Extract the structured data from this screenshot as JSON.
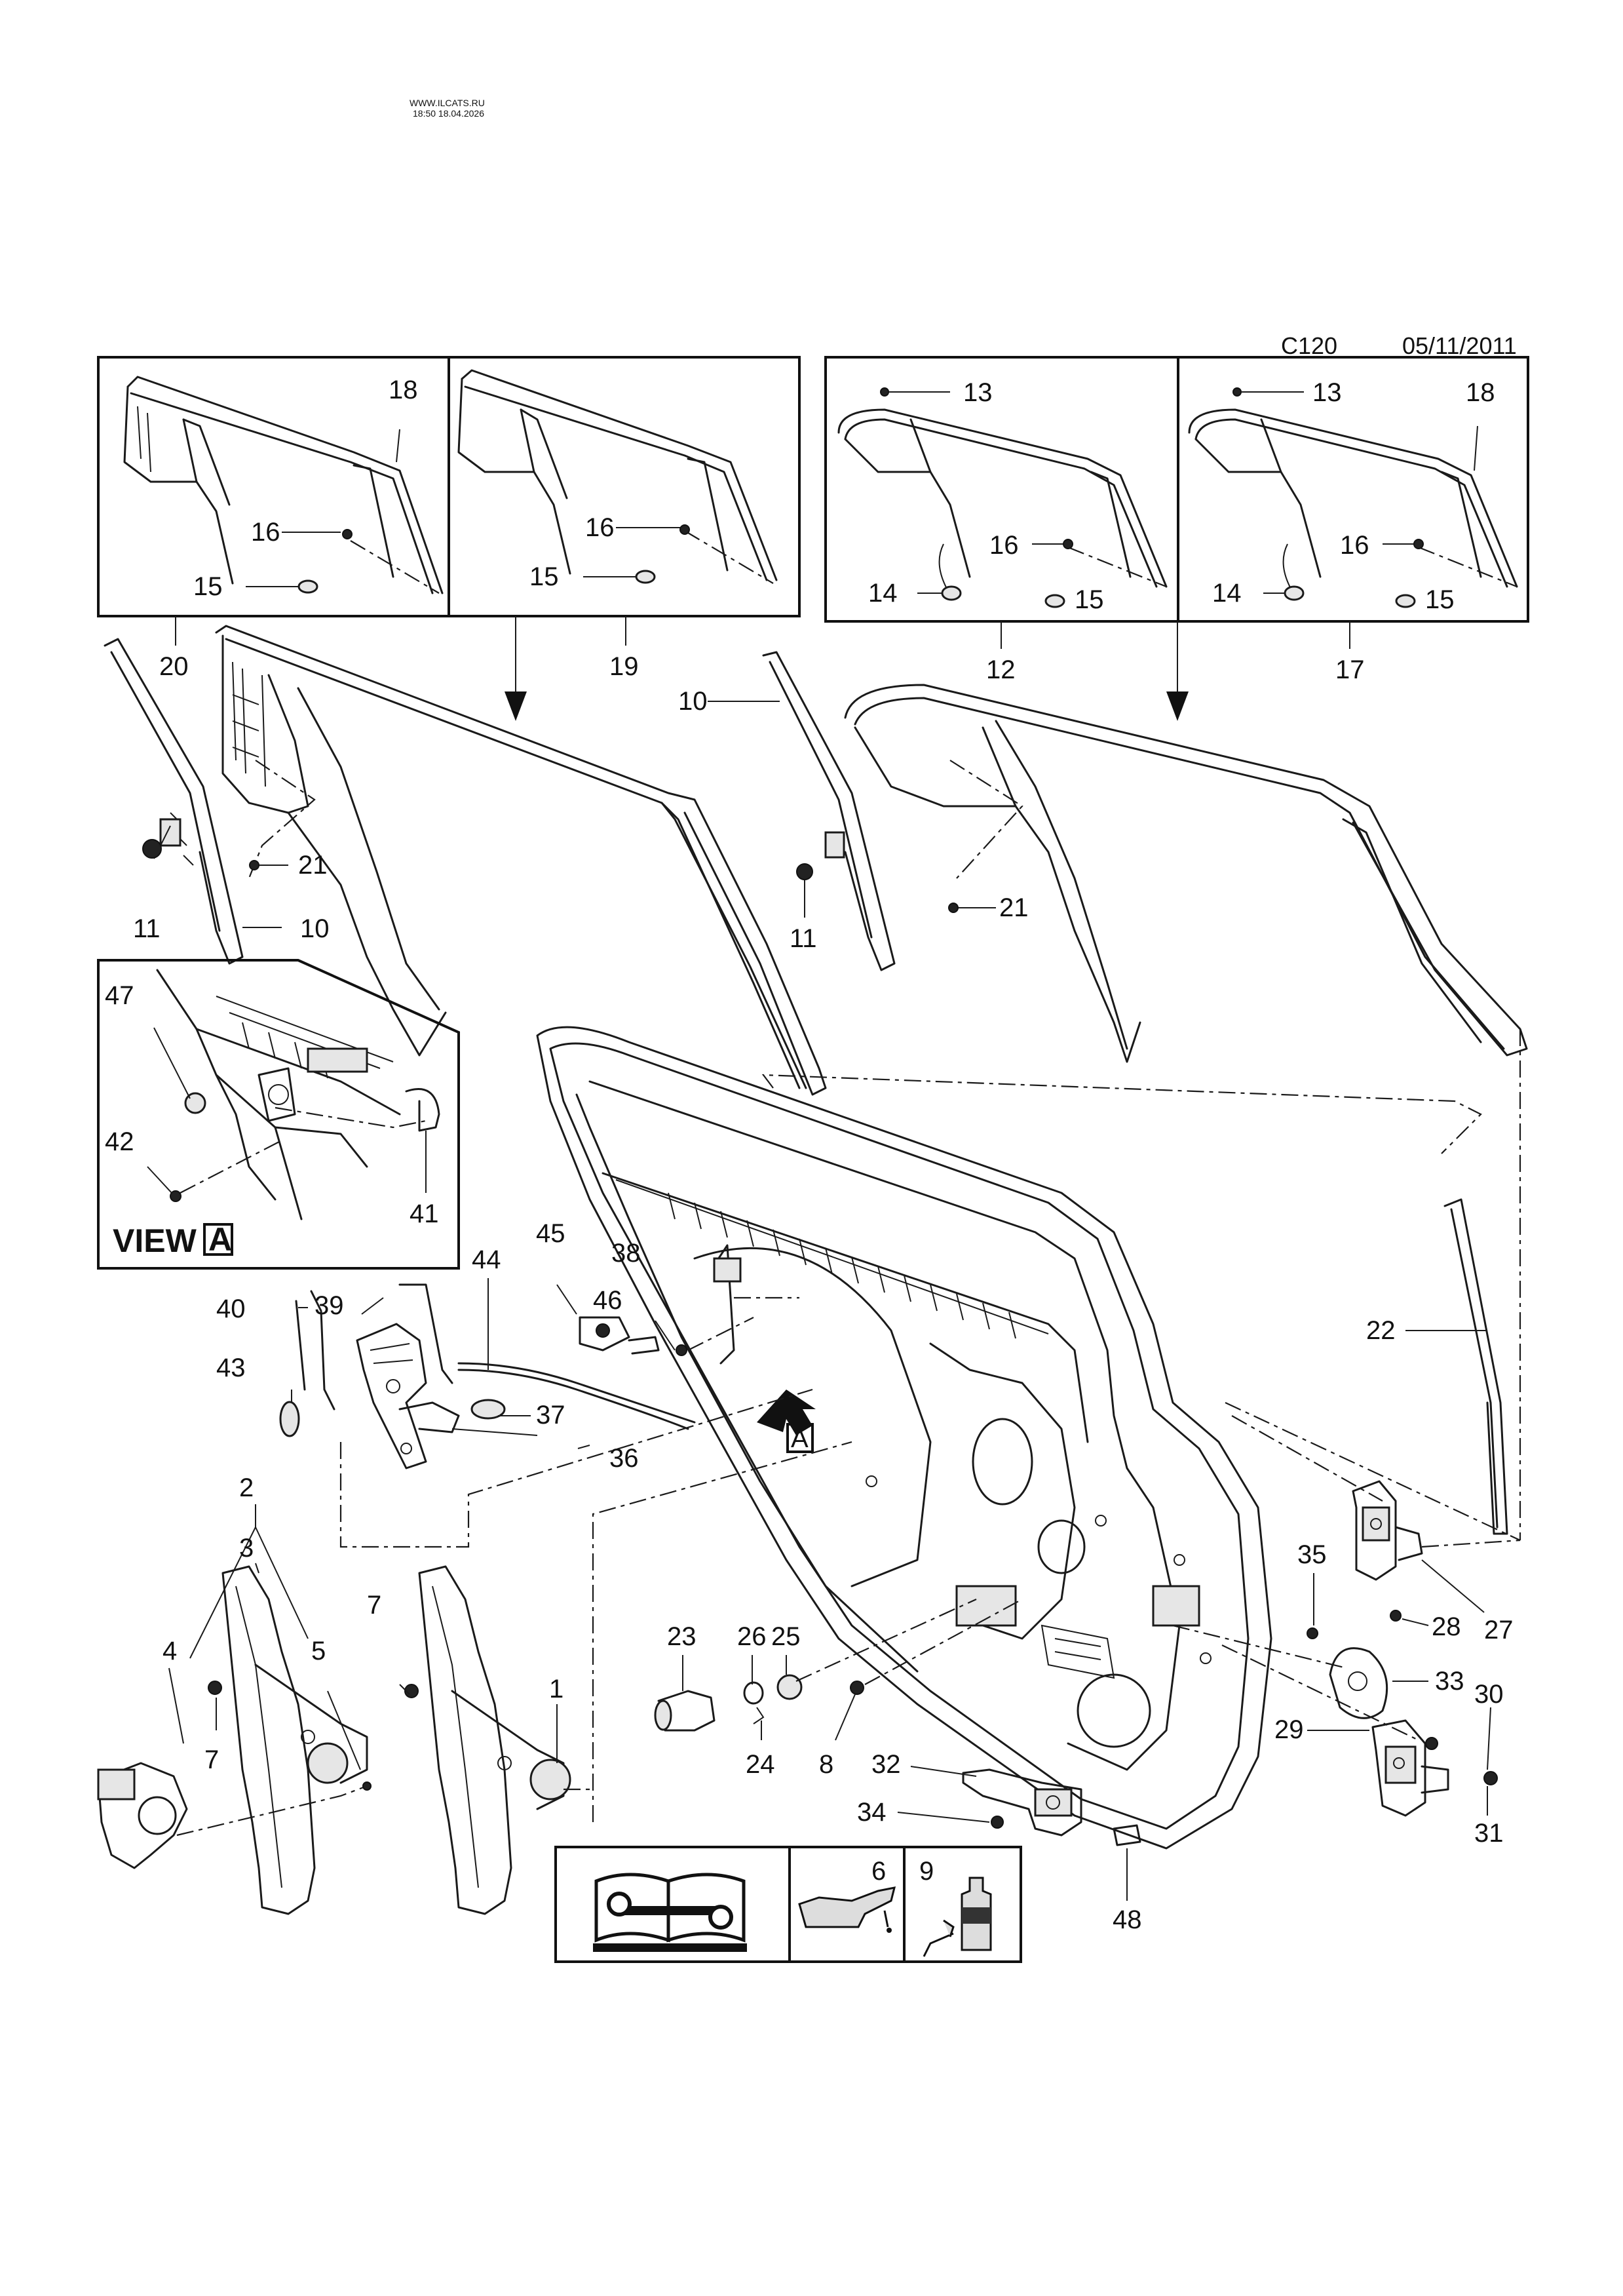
{
  "watermark": {
    "site": "WWW.ILCATS.RU",
    "stamp": "18:50 18.04.2026"
  },
  "header": {
    "code": "C120",
    "date": "05/11/2011"
  },
  "view_label": {
    "text": "VIEW",
    "letter": "A"
  },
  "arrow_letter": "A",
  "callouts": {
    "c1": "1",
    "c2": "2",
    "c3": "3",
    "c4": "4",
    "c5": "5",
    "c6": "6",
    "c7": "7",
    "c8": "8",
    "c9": "9",
    "c10": "10",
    "c11": "11",
    "c12": "12",
    "c13": "13",
    "c14": "14",
    "c15": "15",
    "c16": "16",
    "c17": "17",
    "c18": "18",
    "c19": "19",
    "c20": "20",
    "c21": "21",
    "c22": "22",
    "c23": "23",
    "c24": "24",
    "c25": "25",
    "c26": "26",
    "c27": "27",
    "c28": "28",
    "c29": "29",
    "c30": "30",
    "c31": "31",
    "c32": "32",
    "c33": "33",
    "c34": "34",
    "c35": "35",
    "c36": "36",
    "c37": "37",
    "c38": "38",
    "c39": "39",
    "c40": "40",
    "c41": "41",
    "c42": "42",
    "c43": "43",
    "c44": "44",
    "c45": "45",
    "c46": "46",
    "c47": "47",
    "c48": "48"
  },
  "icons": {
    "manual": "service-manual-icon",
    "oil": "oil-can-icon",
    "adhesive": "adhesive-bottle-icon"
  }
}
